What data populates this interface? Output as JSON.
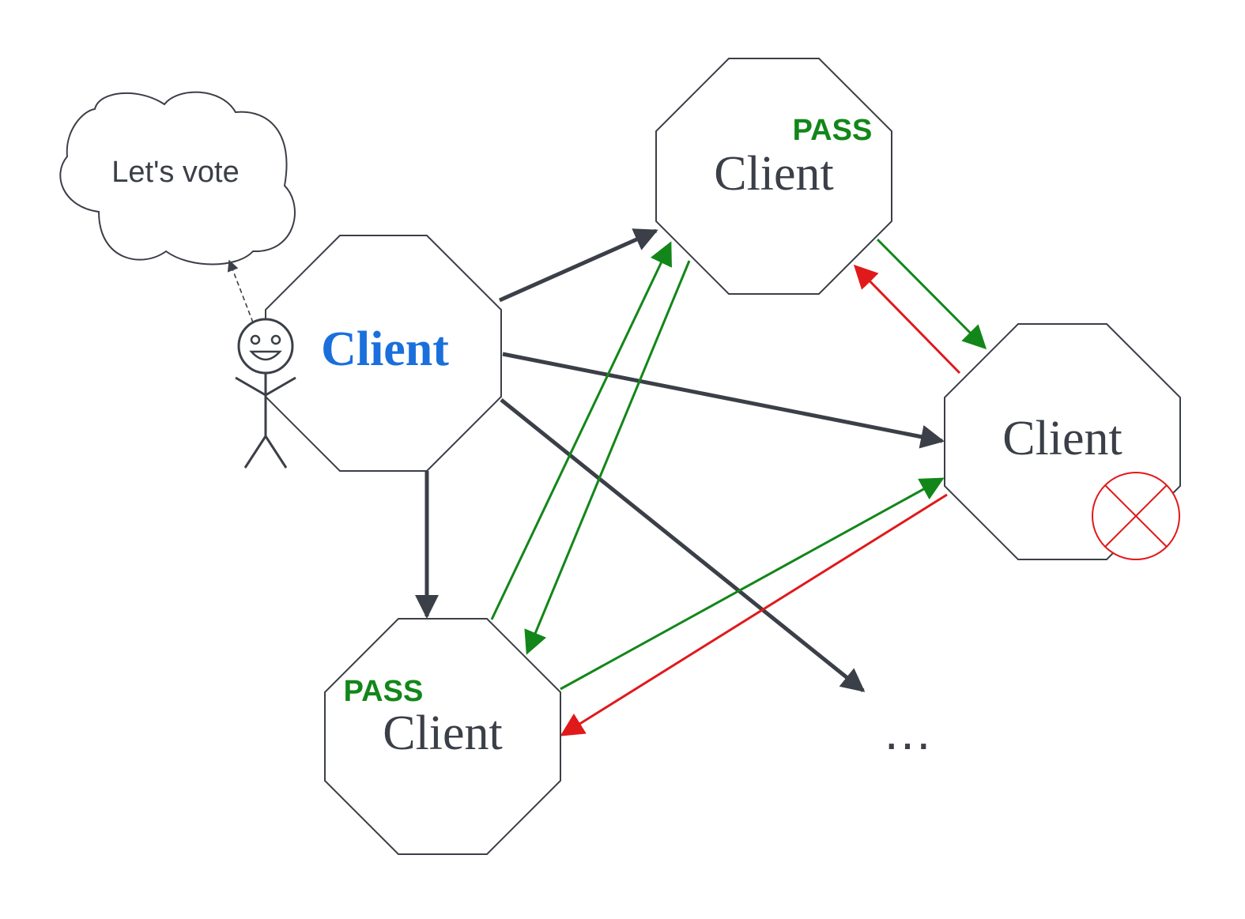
{
  "cloud": {
    "label": "Let's vote"
  },
  "nodes": {
    "proposer": {
      "label": "Client"
    },
    "top": {
      "label": "Client",
      "badge": "PASS"
    },
    "bottom": {
      "label": "Client",
      "badge": "PASS"
    },
    "right": {
      "label": "Client"
    }
  },
  "ellipsis": "…",
  "colors": {
    "dark": "#3b3f47",
    "proposer_text": "#1a6fdc",
    "pass": "#13861a",
    "reject": "#e0191b"
  },
  "icons": [
    "stick-figure-icon",
    "thought-cloud-icon",
    "reject-circle-x-icon"
  ]
}
